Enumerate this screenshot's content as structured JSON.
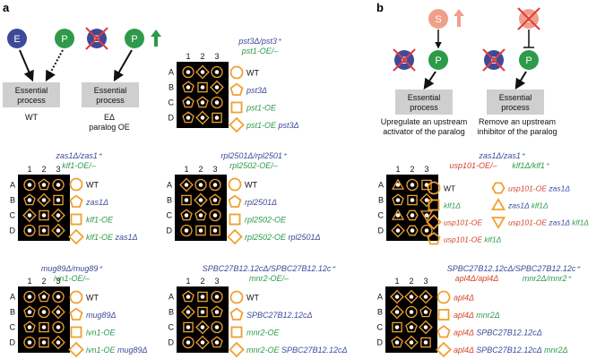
{
  "panel_labels": {
    "a": "a",
    "b": "b"
  },
  "colors": {
    "essential_node": "#3d4a9a",
    "paralog_node": "#2e9a4a",
    "upstream_node": "#f0a08a",
    "arrow_up": "#f0a08a",
    "arrow_green": "#2e9a4a",
    "cross": "#e03b3b",
    "box_fill": "#cfcfcf",
    "shape": "#f0a030",
    "plate": "#000000",
    "text_blue": "#3d4a9a",
    "text_green": "#2e9a4a",
    "text_red": "#d2452b"
  },
  "schematics": {
    "wt": {
      "e": "E",
      "p": "P",
      "box": [
        "Essential",
        "process"
      ],
      "caption": "WT"
    },
    "edelta": {
      "e": "E",
      "p": "P",
      "box": [
        "Essential",
        "process"
      ],
      "caption1": "EΔ",
      "caption2": "paralog OE"
    },
    "upstream_act": {
      "s": "S",
      "e": "E",
      "p": "P",
      "box": [
        "Essential",
        "process"
      ],
      "caption1": "Upregulate an upstream",
      "caption2": "activator of the paralog"
    },
    "upstream_inh": {
      "s": "S",
      "e": "E",
      "p": "P",
      "box": [
        "Essential",
        "process"
      ],
      "caption1": "Remove an upstream",
      "caption2": "inhibitor of the paralog"
    }
  },
  "plate_labels": {
    "cols": [
      "1",
      "2",
      "3"
    ],
    "rows": [
      "A",
      "B",
      "C",
      "D"
    ]
  },
  "panels": {
    "pst3": {
      "title1": "pst3Δ/pst3⁺",
      "title2": "pst1-OE/–",
      "legend": [
        {
          "shape": "circle",
          "label": "WT"
        },
        {
          "shape": "pentagon",
          "label": "pst3Δ"
        },
        {
          "shape": "square",
          "label": "pst1-OE"
        },
        {
          "shape": "diamond",
          "label": "pst1-OE pst3Δ"
        }
      ]
    },
    "zas1": {
      "title1": "zas1Δ/zas1⁺",
      "title2": "klf1-OE/–",
      "legend": [
        {
          "shape": "circle",
          "label": "WT"
        },
        {
          "shape": "pentagon",
          "label": "zas1Δ"
        },
        {
          "shape": "square",
          "label": "klf1-OE"
        },
        {
          "shape": "diamond",
          "label": "klf1-OE zas1Δ"
        }
      ]
    },
    "rpl2501": {
      "title1": "rpl2501Δ/rpl2501⁺",
      "title2": "rpl2502-OE/–",
      "legend": [
        {
          "shape": "circle",
          "label": "WT"
        },
        {
          "shape": "pentagon",
          "label": "rpl2501Δ"
        },
        {
          "shape": "square",
          "label": "rpl2502-OE"
        },
        {
          "shape": "diamond",
          "label": "rpl2502-OE rpl2501Δ"
        }
      ]
    },
    "mug89": {
      "title1": "mug89Δ/mug89⁺",
      "title2": "ivn1-OE/–",
      "legend": [
        {
          "shape": "circle",
          "label": "WT"
        },
        {
          "shape": "pentagon",
          "label": "mug89Δ"
        },
        {
          "shape": "square",
          "label": "ivn1-OE"
        },
        {
          "shape": "diamond",
          "label": "ivn1-OE mug89Δ"
        }
      ]
    },
    "spbc": {
      "title1": "SPBC27B12.12cΔ/SPBC27B12.12c⁺",
      "title2": "mnr2-OE/–",
      "legend": [
        {
          "shape": "circle",
          "label": "WT"
        },
        {
          "shape": "pentagon",
          "label": "SPBC27B12.12cΔ"
        },
        {
          "shape": "square",
          "label": "mnr2-OE"
        },
        {
          "shape": "diamond",
          "label": "mnr2-OE SPBC27B12.12cΔ"
        }
      ]
    },
    "usp101": {
      "title1": "zas1Δ/zas1⁺",
      "title2a": "usp101-OE/–",
      "title2b": "klf1Δ/klf1⁺",
      "legend": [
        {
          "shape": "circle",
          "label": "WT"
        },
        {
          "shape": "square",
          "label": "klf1Δ"
        },
        {
          "shape": "diamond",
          "label": "usp101-OE"
        },
        {
          "shape": "pentagon",
          "label": "usp101-OE klf1Δ"
        },
        {
          "shape": "hexagon",
          "label": "usp101-OE zas1Δ"
        },
        {
          "shape": "triangle",
          "label": "zas1Δ klf1Δ"
        },
        {
          "shape": "invtriangle",
          "label": "usp101-OE zas1Δ klf1Δ"
        }
      ]
    },
    "apl4": {
      "title1": "SPBC27B12.12cΔ/SPBC27B12.12c⁺",
      "title2a": "apl4Δ/apl4Δ",
      "title2b": "mnr2Δ/mnr2⁺",
      "legend": [
        {
          "shape": "circle",
          "label": "apl4Δ"
        },
        {
          "shape": "square",
          "label": "apl4Δ mnr2Δ"
        },
        {
          "shape": "pentagon",
          "label": "apl4Δ SPBC27B12.12cΔ"
        },
        {
          "shape": "diamond",
          "label": "apl4Δ SPBC27B12.12cΔ mnr2Δ"
        }
      ]
    }
  }
}
